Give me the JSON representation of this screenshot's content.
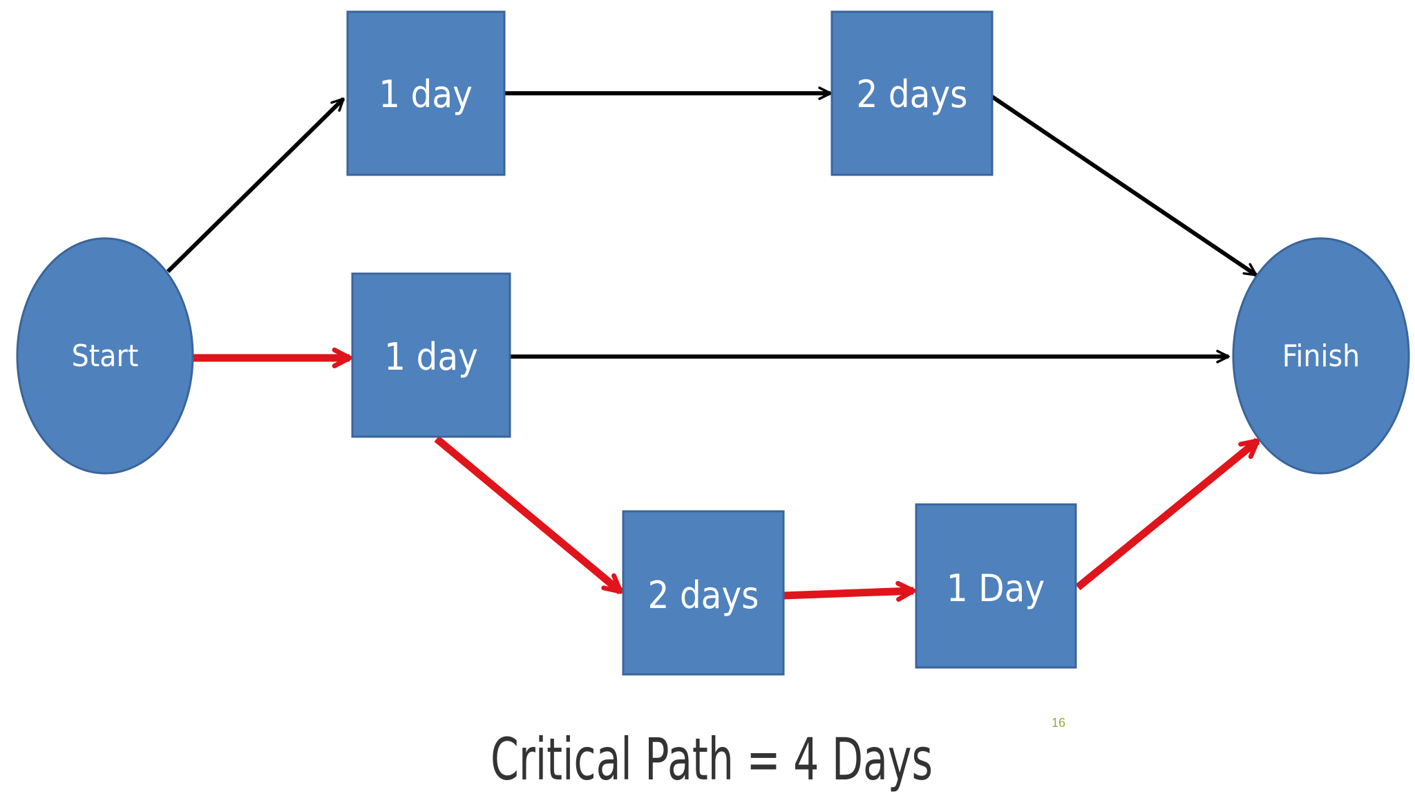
{
  "diagram": {
    "start_label": "Start",
    "finish_label": "Finish",
    "nodes": {
      "top_a": "1 day",
      "top_b": "2 days",
      "mid": "1 day",
      "bottom_a": "2 days",
      "bottom_b": "1 Day"
    },
    "caption": "Critical Path = 4 Days",
    "slide_number": "16"
  },
  "colors": {
    "node_fill": "#4f81bd",
    "node_stroke": "#3a659b",
    "normal_arrow": "#000000",
    "critical_arrow": "#e0141b",
    "caption_text": "#333333",
    "slide_number": "#8cb33a"
  }
}
